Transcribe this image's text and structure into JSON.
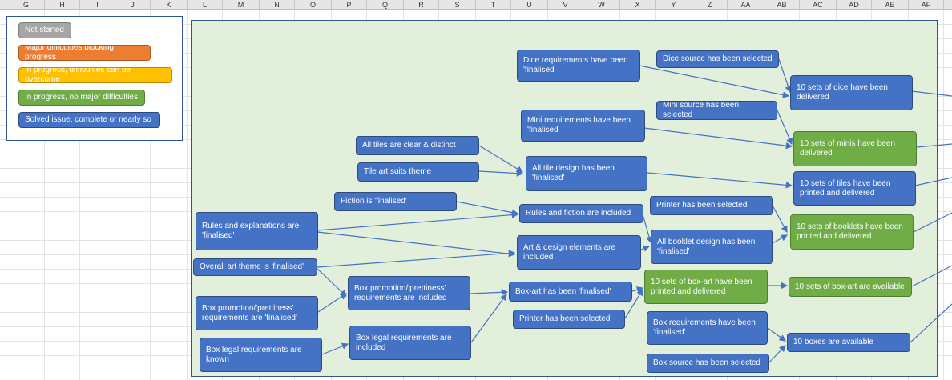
{
  "spreadsheet": {
    "column_headers": [
      "G",
      "H",
      "I",
      "J",
      "K",
      "L",
      "M",
      "N",
      "O",
      "P",
      "Q",
      "R",
      "S",
      "T",
      "U",
      "V",
      "W",
      "X",
      "Y",
      "Z",
      "AA",
      "AB",
      "AC",
      "AD",
      "AE",
      "AF"
    ]
  },
  "legend": {
    "items": [
      {
        "label": "Not started",
        "status": "grey"
      },
      {
        "label": "Major difficulties blocking progress",
        "status": "orange"
      },
      {
        "label": "In progress, difficulties can be overcome",
        "status": "yellow"
      },
      {
        "label": "In progress, no major difficulties",
        "status": "green"
      },
      {
        "label": "Solved issue, complete or nearly so",
        "status": "blue"
      }
    ]
  },
  "colors": {
    "grey": "#a5a5a5",
    "orange": "#ed7d31",
    "yellow": "#ffc000",
    "green": "#70ad47",
    "blue": "#4472c4",
    "diagram_background": "#e2efda",
    "connector": "#4472c4"
  },
  "nodes": {
    "dice_req": "Dice requirements have been 'finalised'",
    "dice_source": "Dice source has been selected",
    "dice_delivered": "10 sets of dice have been delivered",
    "mini_req": "Mini requirements have been 'finalised'",
    "mini_source": "Mini source has been selected",
    "minis_delivered": "10 sets of minis have been delivered",
    "tiles_clear": "All tiles are clear & distinct",
    "tile_art": "Tile art suits theme",
    "tile_design": "All tile design has been 'finalised'",
    "tiles_delivered": "10 sets of tiles have been printed and delivered",
    "fiction": "Fiction is 'finalised'",
    "rules_fiction": "Rules and fiction are included",
    "printer_booklet": "Printer has been selected",
    "booklets_delivered": "10 sets of booklets have been printed and delivered",
    "rules_expl": "Rules and explanations are 'finalised'",
    "art_design": "Art & design elements are included",
    "booklet_design": "All booklet design has been 'finalised'",
    "art_theme": "Overall art theme is 'finalised'",
    "box_promo_inc": "Box promotion/'prettiness' requirements are included",
    "box_art_final": "Box-art has been 'finalised'",
    "box_art_delivered": "10 sets of box-art have been printed and delivered",
    "box_art_available": "10 sets of box-art are available",
    "box_promo_req": "Box promotion/'prettiness' requirements are 'finalised'",
    "printer_boxart": "Printer has been selected",
    "box_req": "Box requirements have been 'finalised'",
    "box_legal_inc": "Box legal requirements are included",
    "boxes_available": "10 boxes are available",
    "box_legal_known": "Box legal requirements are known",
    "box_source": "Box source has been selected"
  }
}
